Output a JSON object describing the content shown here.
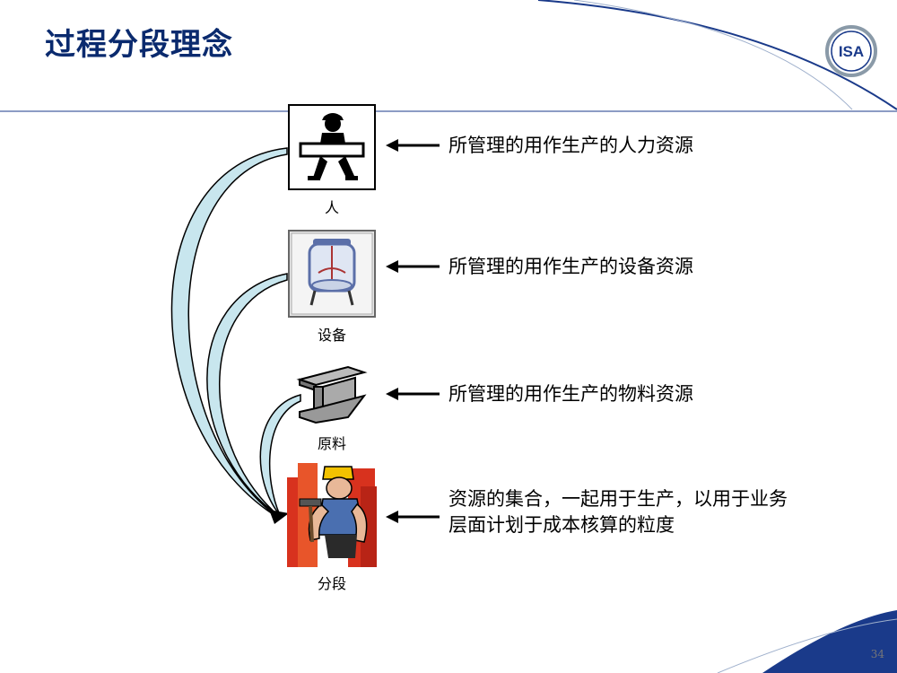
{
  "title": "过程分段理念",
  "logo_text": "ISA",
  "items": [
    {
      "label": "人",
      "description": "所管理的用作生产的人力资源"
    },
    {
      "label": "设备",
      "description": "所管理的用作生产的设备资源"
    },
    {
      "label": "原料",
      "description": "所管理的用作生产的物料资源"
    },
    {
      "label": "分段",
      "description_line1": "资源的集合，一起用于生产，以用于业务",
      "description_line2": "层面计划于成本核算的粒度"
    }
  ],
  "page_number": "34",
  "colors": {
    "title": "#0a2a6e",
    "accent": "#1a3a8a",
    "curve_fill": "#c8e6ee"
  }
}
